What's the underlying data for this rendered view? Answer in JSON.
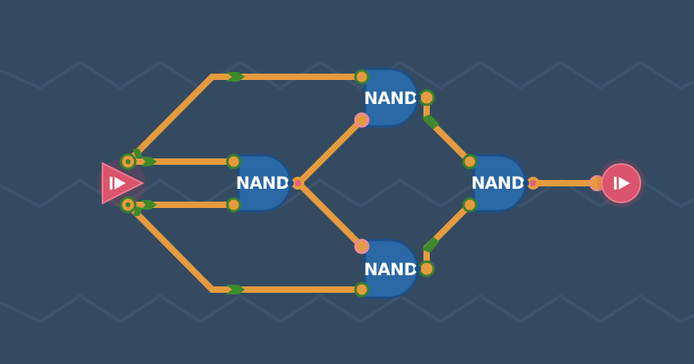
{
  "gates": [
    {
      "id": "g1",
      "label": "NAND"
    },
    {
      "id": "g2",
      "label": "NAND"
    },
    {
      "id": "g3",
      "label": "NAND"
    },
    {
      "id": "g4",
      "label": "NAND"
    }
  ],
  "colors": {
    "background": "#344a61",
    "zigzag": "#3b536c",
    "wire": "#e59b3d",
    "gate_fill": "#2a68a6",
    "gate_stroke": "#1b4f86",
    "port_fill": "#e59b3d",
    "port_ring": "#3b7f2d",
    "signal_arrow": "#3d8a2c",
    "input_port": "#4a8b3c",
    "output_port": "#cf3f5b",
    "pin": "#e65e79"
  },
  "icons": {
    "input_pin": "play-triangle-icon",
    "output_pin": "play-circle-icon"
  }
}
